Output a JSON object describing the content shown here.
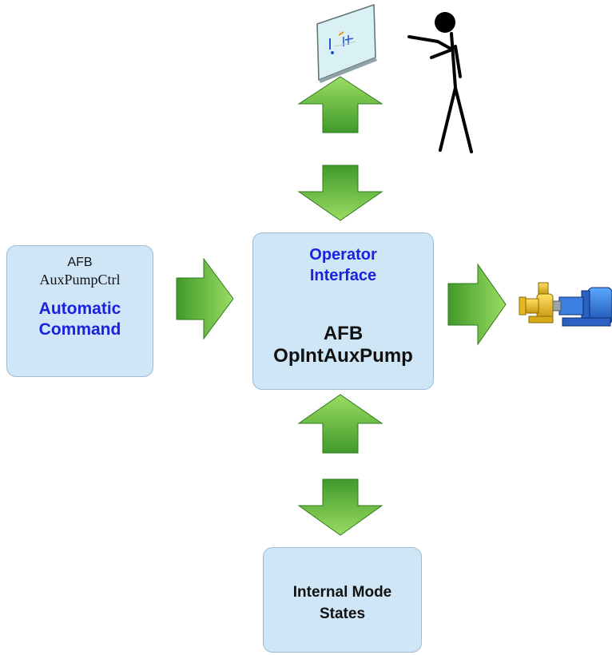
{
  "auto_box": {
    "label_afb": "AFB",
    "label_name": "AuxPumpCtrl",
    "label_line1": "Automatic",
    "label_line2": "Command"
  },
  "operator_box": {
    "title_line1": "Operator",
    "title_line2": "Interface",
    "afb": "AFB",
    "name": "OpIntAuxPump"
  },
  "internal_box": {
    "line1": "Internal Mode",
    "line2": "States"
  },
  "colors": {
    "box_fill": "#cfe6f7",
    "box_border": "#9cbcd6",
    "blue_text": "#1a22e0",
    "arrow_light": "#8fd45a",
    "arrow_dark": "#3f9a2a"
  },
  "icons": [
    "operator-stick-figure-icon",
    "display-screen-icon",
    "pump-icon"
  ]
}
